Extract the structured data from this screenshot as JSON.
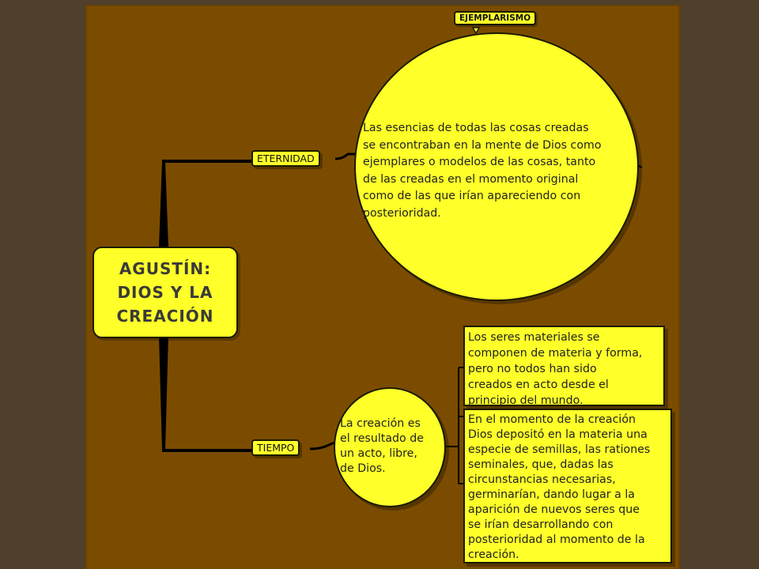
{
  "central_topic": {
    "lines": [
      "AGUSTÍN:",
      "DIOS Y LA",
      "CREACIÓN"
    ]
  },
  "branches": {
    "eternidad": {
      "label": "ETERNIDAD",
      "callout": "EJEMPLARISMO",
      "circle_lines": [
        "Las esencias de todas las cosas creadas",
        "se encontraban en la mente de Dios como",
        "ejemplares o modelos de las cosas, tanto",
        "de las creadas en el momento original",
        "como de las que irían apareciendo con",
        "posterioridad."
      ]
    },
    "tiempo": {
      "label": "TIEMPO",
      "circle_lines": [
        "La creación es",
        "el resultado de",
        "un acto, libre,",
        "de Dios."
      ],
      "box1_lines": [
        "Los seres materiales se",
        "componen de materia y forma,",
        "pero no todos han sido",
        "creados en acto desde el",
        "principio del mundo."
      ],
      "box2_lines": [
        "En el momento de la creación",
        "Dios depositó en la materia una",
        "especie de semillas, las rationes",
        "seminales, que, dadas las",
        "circunstancias necesarias,",
        "germinarían, dando lugar a la",
        "aparición de nuevos seres que",
        "se irían desarrollando con",
        "posterioridad al momento de la",
        "creación."
      ]
    }
  },
  "colors": {
    "background": "#4f3f2b",
    "canvas": "#7b4c00",
    "node_fill": "#ffff29",
    "connector": "#000000"
  }
}
